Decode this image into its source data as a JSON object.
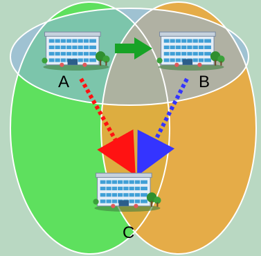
{
  "diagram": {
    "nodes": [
      {
        "id": "A",
        "label": "A",
        "icon": "building-icon"
      },
      {
        "id": "B",
        "label": "B",
        "icon": "building-icon"
      },
      {
        "id": "C",
        "label": "C",
        "icon": "building-icon"
      }
    ],
    "edges": [
      {
        "from": "A",
        "to": "B",
        "style": "solid",
        "color": "#17a326"
      },
      {
        "from": "A",
        "to": "C",
        "style": "dotted",
        "color": "#ff1212"
      },
      {
        "from": "B",
        "to": "C",
        "style": "dotted",
        "color": "#3434ff"
      }
    ],
    "regions": [
      {
        "name": "left-region",
        "color": "#5ee05e"
      },
      {
        "name": "right-region",
        "color": "#e8a83e"
      },
      {
        "name": "top-region",
        "color": "#8fb4dc"
      }
    ],
    "colors": {
      "background": "#b9d8c2",
      "outline": "#ffffff",
      "building_wall": "#e4eef7",
      "building_glass": "#3f9fd6",
      "tree": "#2f8f2f"
    }
  }
}
